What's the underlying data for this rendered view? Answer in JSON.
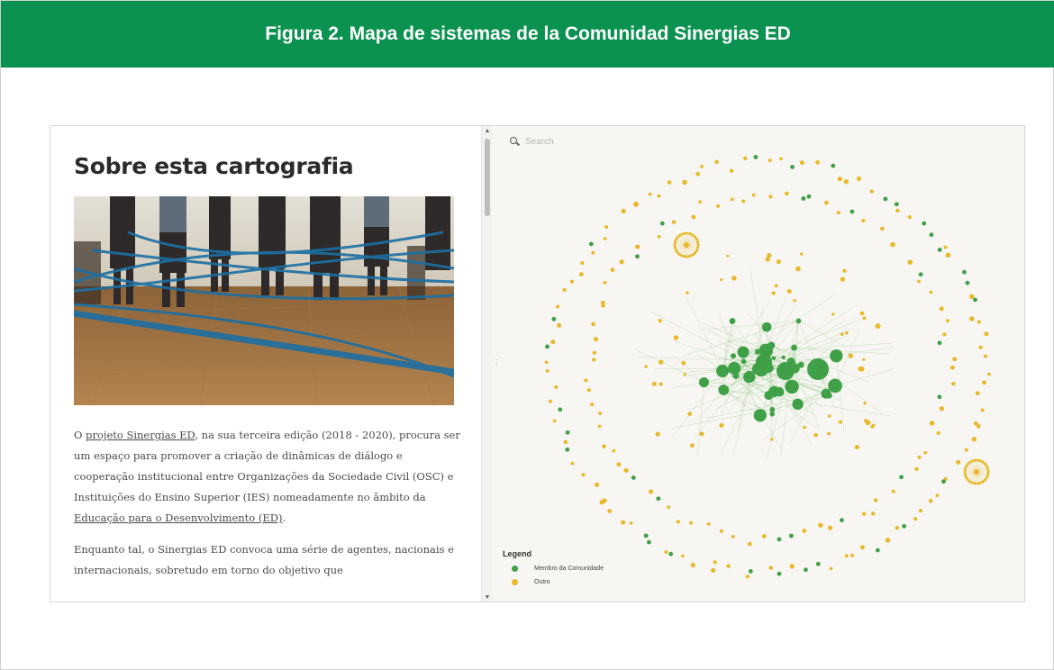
{
  "figure": {
    "title": "Figura 2. Mapa de sistemas de la Comunidad Sinergias ED"
  },
  "article": {
    "title": "Sobre esta cartografia",
    "photo_icon": "workshop-photo",
    "p1_pre": "O ",
    "p1_link1": "projeto Sinergias ED",
    "p1_mid": ", na sua terceira edição (2018 - 2020), procura ser um espaço para promover a criação de dinâmicas de diálogo e cooperação institucional entre Organizações da Sociedade Civil (OSC) e Instituições do Ensino Superior (IES) nomeadamente no âmbito da ",
    "p1_link2": "Educação para o Desenvolvimento (ED)",
    "p1_post": ".",
    "p2": "Enquanto tal, o Sinergias ED convoca uma série de agentes, nacionais e internacionais, sobretudo em torno do objetivo que"
  },
  "map": {
    "search_placeholder": "Search",
    "legend": {
      "title": "Legend",
      "items": [
        {
          "label": "Membro da Comunidade",
          "color": "#3fa047"
        },
        {
          "label": "Outro",
          "color": "#e8b92a"
        }
      ]
    },
    "colors": {
      "member": "#3fa047",
      "other": "#e8b92a",
      "edge": "#8cc37e"
    }
  }
}
